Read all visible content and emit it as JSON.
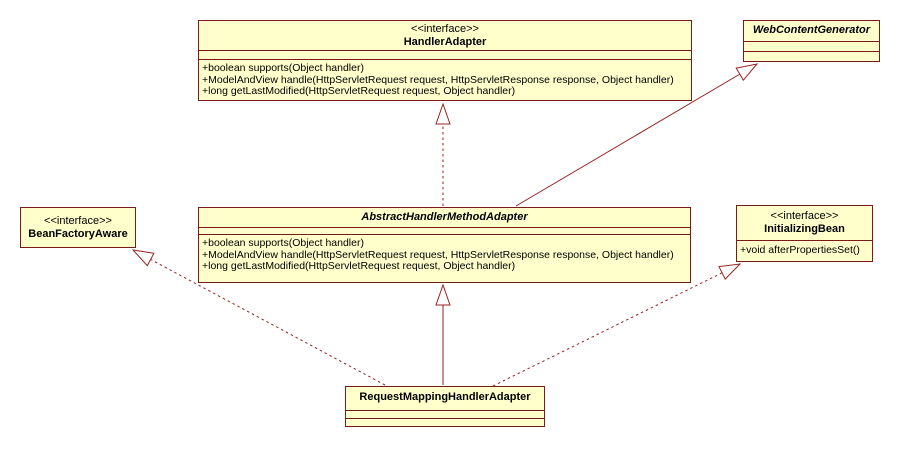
{
  "colors": {
    "background": "#ffffff",
    "box_fill": "#ffffcc",
    "box_border": "#7b1a1a",
    "connector": "#992222",
    "text": "#000000"
  },
  "classes": {
    "handler_adapter": {
      "stereotype": "<<interface>>",
      "name": "HandlerAdapter",
      "abstract": false,
      "methods": [
        "+boolean supports(Object handler)",
        "+ModelAndView handle(HttpServletRequest request, HttpServletResponse response, Object handler)",
        "+long getLastModified(HttpServletRequest request, Object handler)"
      ]
    },
    "web_content_generator": {
      "name": "WebContentGenerator",
      "abstract": true,
      "methods": []
    },
    "bean_factory_aware": {
      "stereotype": "<<interface>>",
      "name": "BeanFactoryAware",
      "abstract": false,
      "methods": []
    },
    "abstract_handler_method_adapter": {
      "name": "AbstractHandlerMethodAdapter",
      "abstract": true,
      "methods": [
        "+boolean supports(Object handler)",
        "+ModelAndView handle(HttpServletRequest request, HttpServletResponse response, Object handler)",
        "+long getLastModified(HttpServletRequest request, Object handler)"
      ]
    },
    "initializing_bean": {
      "stereotype": "<<interface>>",
      "name": "InitializingBean",
      "abstract": false,
      "methods": [
        "+void afterPropertiesSet()"
      ]
    },
    "request_mapping_handler_adapter": {
      "name": "RequestMappingHandlerAdapter",
      "abstract": false,
      "methods": []
    }
  },
  "relations": [
    {
      "from": "AbstractHandlerMethodAdapter",
      "to": "HandlerAdapter",
      "type": "realization",
      "line": "dashed"
    },
    {
      "from": "AbstractHandlerMethodAdapter",
      "to": "WebContentGenerator",
      "type": "generalization",
      "line": "solid"
    },
    {
      "from": "RequestMappingHandlerAdapter",
      "to": "AbstractHandlerMethodAdapter",
      "type": "generalization",
      "line": "solid"
    },
    {
      "from": "RequestMappingHandlerAdapter",
      "to": "BeanFactoryAware",
      "type": "realization",
      "line": "dashed"
    },
    {
      "from": "RequestMappingHandlerAdapter",
      "to": "InitializingBean",
      "type": "realization",
      "line": "dashed"
    }
  ]
}
